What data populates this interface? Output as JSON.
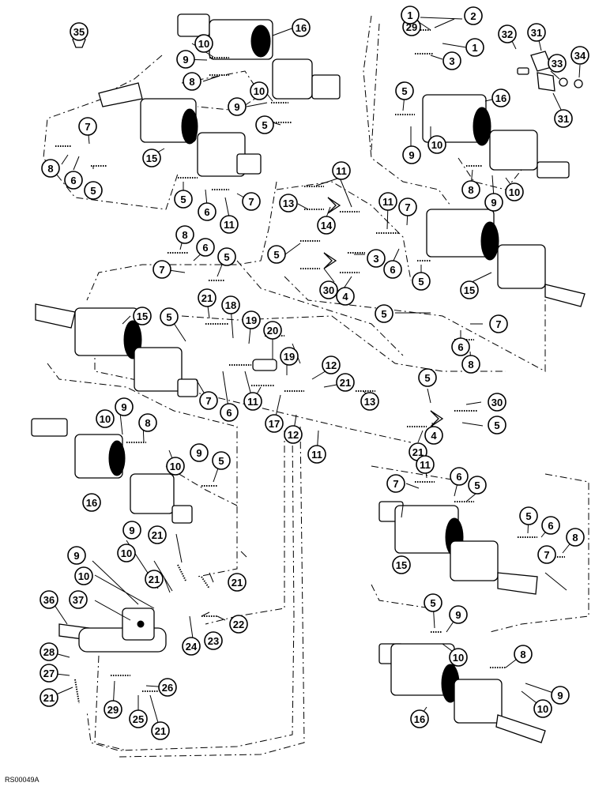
{
  "drawing_code": "RS00049A",
  "callouts": [
    "1",
    "2",
    "3",
    "4",
    "5",
    "6",
    "7",
    "8",
    "9",
    "10",
    "11",
    "12",
    "13",
    "14",
    "15",
    "16",
    "17",
    "18",
    "19",
    "20",
    "21",
    "22",
    "23",
    "24",
    "25",
    "26",
    "27",
    "28",
    "29",
    "30",
    "31",
    "32",
    "33",
    "34",
    "35",
    "36",
    "37"
  ],
  "colors": {
    "ink": "#000000",
    "paper": "#ffffff"
  }
}
